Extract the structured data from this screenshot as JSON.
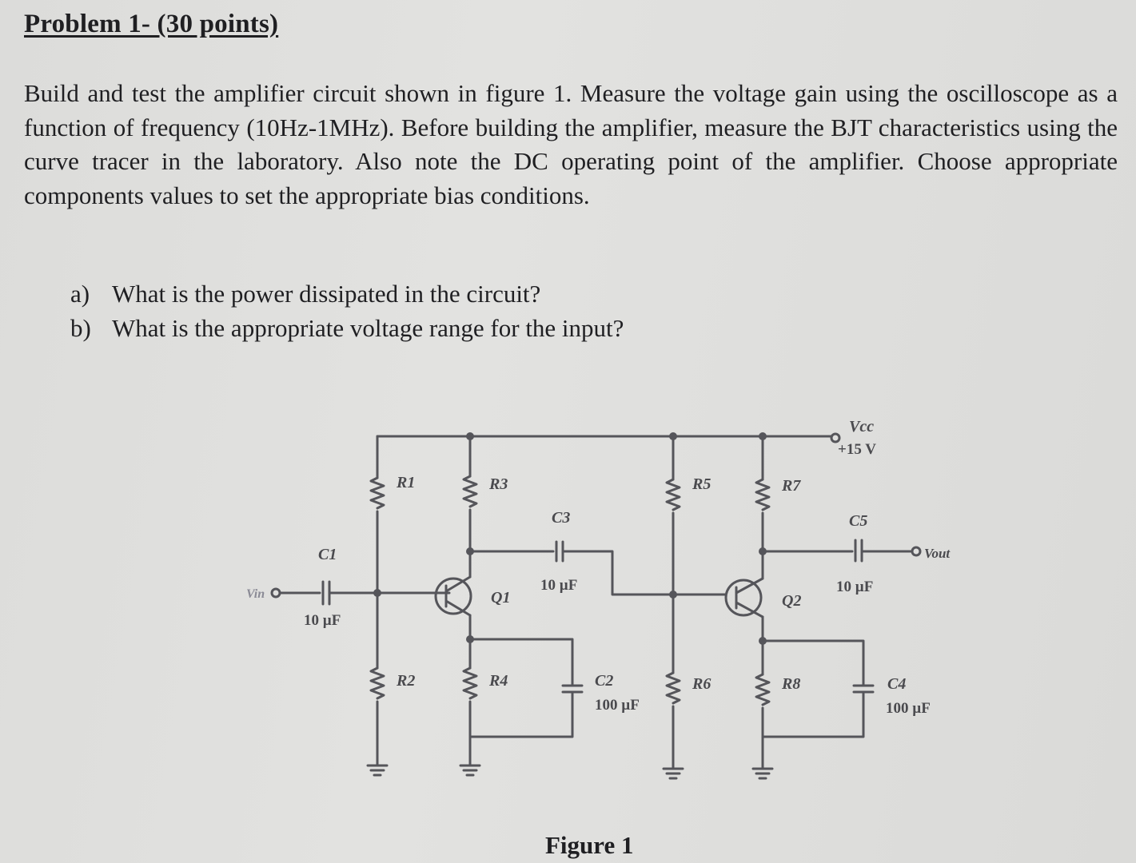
{
  "title": "Problem 1- (30 points)",
  "body": "Build and test the amplifier circuit shown in figure 1. Measure the voltage gain using the oscilloscope as a function of frequency (10Hz-1MHz). Before building the amplifier, measure the BJT characteristics using the curve tracer in the laboratory. Also note the DC operating point of the amplifier. Choose appropriate components values to set the appropriate bias conditions.",
  "questions": [
    {
      "label": "a)",
      "text": "What is the power dissipated in the circuit?"
    },
    {
      "label": "b)",
      "text": "What is the appropriate voltage range for the input?"
    }
  ],
  "circuit": {
    "vcc_label": "Vcc",
    "vcc_value": "+15 V",
    "vin_label": "Vin",
    "vout_label": "Vout",
    "components": {
      "C1": "C1",
      "C1_value": "10 µF",
      "R1": "R1",
      "R2": "R2",
      "R3": "R3",
      "R4": "R4",
      "R5": "R5",
      "R6": "R6",
      "R7": "R7",
      "R8": "R8",
      "Q1": "Q1",
      "Q2": "Q2",
      "C2": "C2",
      "C2_value": "100 µF",
      "C3": "C3",
      "C3_value": "10 µF",
      "C4": "C4",
      "C4_value": "100 µF",
      "C5": "C5",
      "C5_value": "10 µF"
    }
  },
  "figure_caption": "Figure 1",
  "colors": {
    "wire": "#55555a",
    "text": "#1f1f22",
    "background": "#dcdcda"
  }
}
